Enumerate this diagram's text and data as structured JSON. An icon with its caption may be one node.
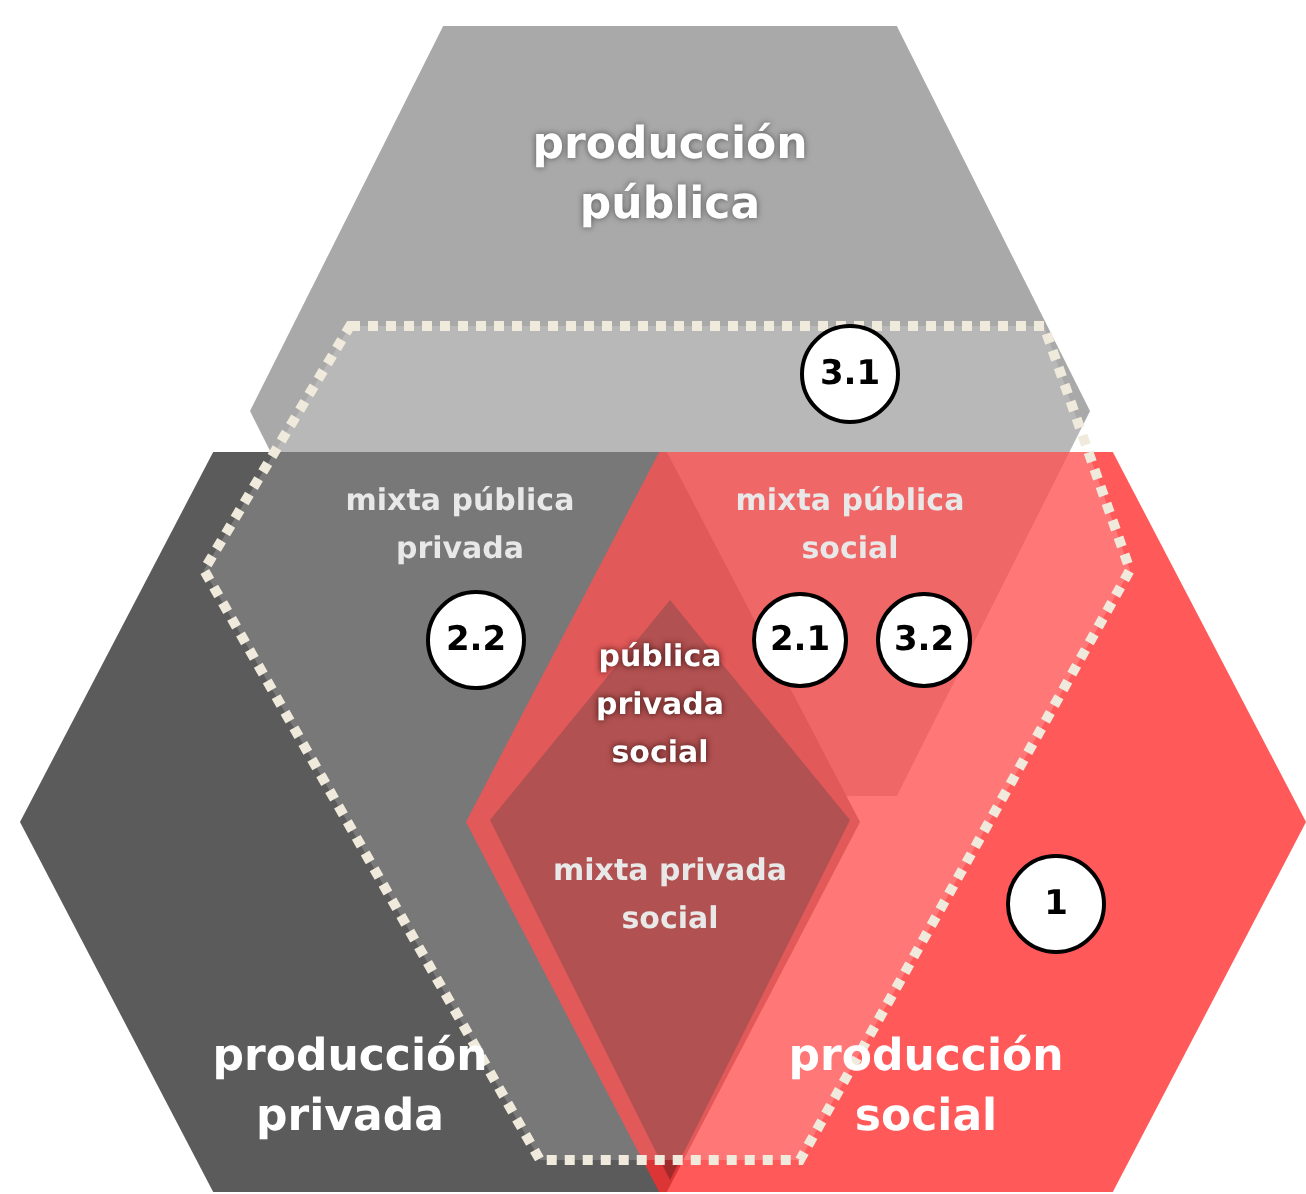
{
  "diagram": {
    "nodes": [
      {
        "text": [
          "producción pública"
        ]
      },
      {
        "text": [
          "producción privada"
        ]
      },
      {
        "text": [
          "producción social"
        ]
      },
      {
        "text": [
          "mixta pública privada"
        ]
      },
      {
        "text": [
          "mixta pública social"
        ]
      },
      {
        "text": [
          "pública privada social"
        ]
      },
      {
        "text": [
          "mixta privada social"
        ]
      },
      {
        "text": [
          "3.1"
        ],
        "in": 0
      },
      {
        "text": [
          "2.2"
        ]
      },
      {
        "text": [
          "2.1"
        ]
      },
      {
        "text": [
          "3.2"
        ]
      },
      {
        "text": [
          "1"
        ],
        "in": 2
      }
    ]
  }
}
